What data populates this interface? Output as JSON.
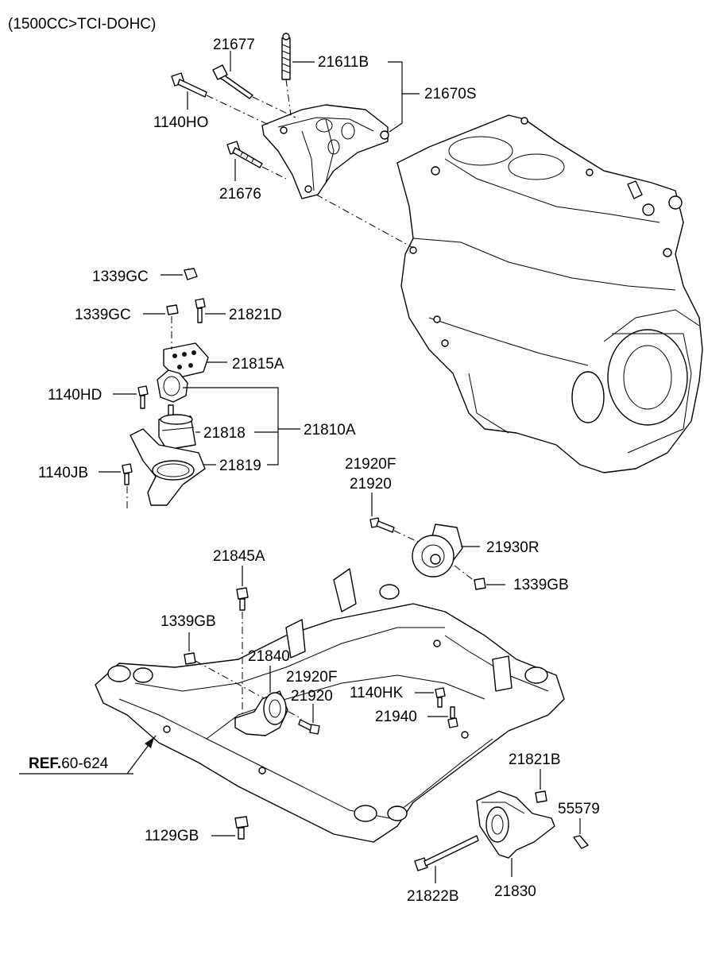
{
  "header": {
    "title": "(1500CC>TCI-DOHC)"
  },
  "labels": {
    "p21677": "21677",
    "p21611B": "21611B",
    "p21670S": "21670S",
    "p1140HO": "1140HO",
    "p21676": "21676",
    "p1339GC_a": "1339GC",
    "p1339GC_b": "1339GC",
    "p21821D": "21821D",
    "p21815A": "21815A",
    "p1140HD": "1140HD",
    "p21818": "21818",
    "p21810A": "21810A",
    "p1140JB": "1140JB",
    "p21819": "21819",
    "p21920F_a": "21920F",
    "p21920_a": "21920",
    "p21930R": "21930R",
    "p1339GB_a": "1339GB",
    "p21845A": "21845A",
    "p1339GB_b": "1339GB",
    "p21840": "21840",
    "p21920F_b": "21920F",
    "p21920_b": "21920",
    "p1140HK": "1140HK",
    "p21940": "21940",
    "ref_bold": "REF.",
    "ref_num": "60-624",
    "p21821B": "21821B",
    "p55579": "55579",
    "p1129GB": "1129GB",
    "p21822B": "21822B",
    "p21830": "21830"
  }
}
